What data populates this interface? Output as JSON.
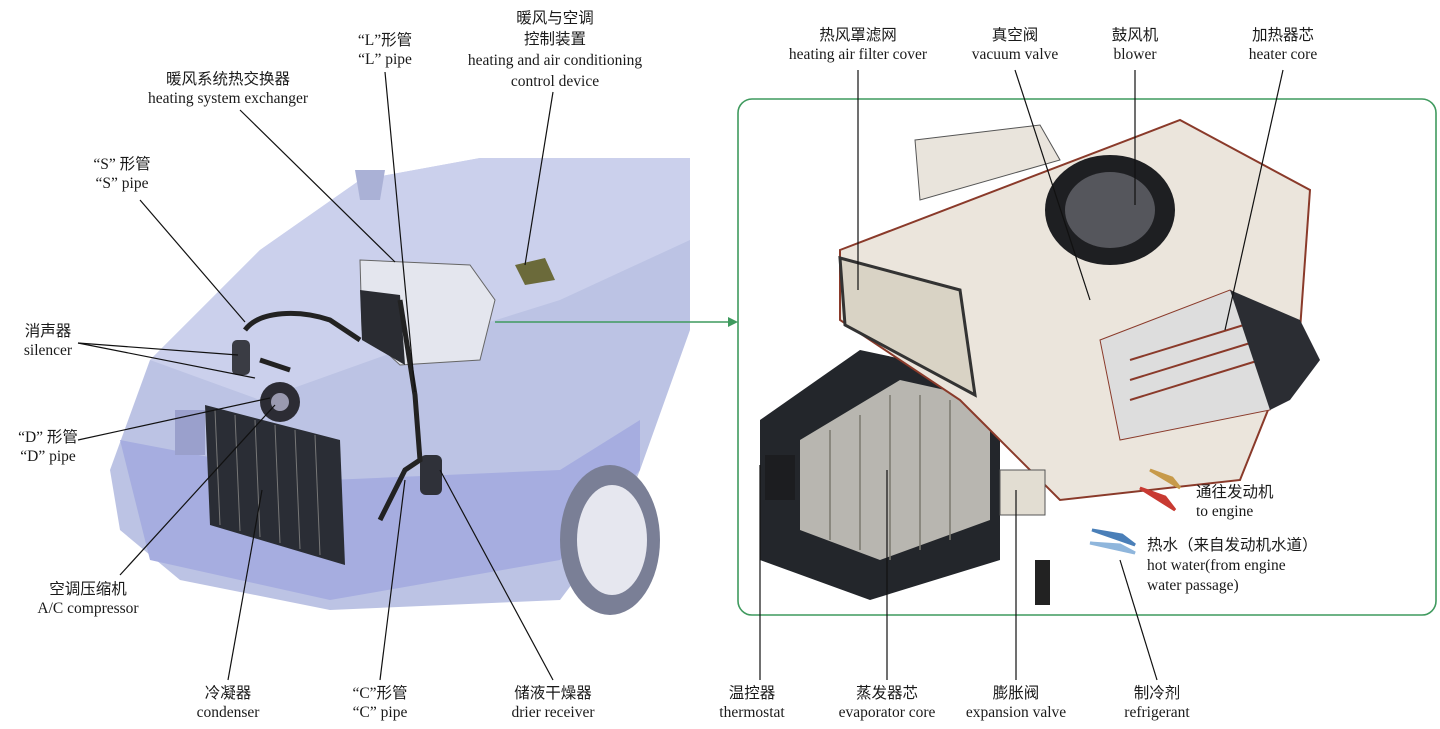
{
  "left_labels": {
    "exchanger": {
      "zh": "暖风系统热交换器",
      "en": "heating system exchanger"
    },
    "s_pipe": {
      "zh": "“S” 形管",
      "en": "“S” pipe"
    },
    "silencer": {
      "zh": "消声器",
      "en": "silencer"
    },
    "d_pipe": {
      "zh": "“D” 形管",
      "en": "“D” pipe"
    },
    "compressor": {
      "zh": "空调压缩机",
      "en": "A/C compressor"
    },
    "condenser": {
      "zh": "冷凝器",
      "en": "condenser"
    },
    "c_pipe": {
      "zh": "“C”形管",
      "en": "“C” pipe"
    },
    "drier": {
      "zh": "储液干燥器",
      "en": "drier receiver"
    },
    "l_pipe": {
      "zh": "“L”形管",
      "en": "“L” pipe"
    },
    "control": {
      "zh1": "暖风与空调",
      "zh2": "控制装置",
      "en1": "heating and air conditioning",
      "en2": "control device"
    }
  },
  "right_labels": {
    "filter": {
      "zh": "热风罩滤网",
      "en": "heating air filter cover"
    },
    "vacuum": {
      "zh": "真空阀",
      "en": "vacuum valve"
    },
    "blower": {
      "zh": "鼓风机",
      "en": "blower"
    },
    "heater_core": {
      "zh": "加热器芯",
      "en": "heater core"
    },
    "thermostat": {
      "zh": "温控器",
      "en": "thermostat"
    },
    "evaporator": {
      "zh": "蒸发器芯",
      "en": "evaporator core"
    },
    "expansion": {
      "zh": "膨胀阀",
      "en": "expansion valve"
    },
    "refrigerant": {
      "zh": "制冷剂",
      "en": "refrigerant"
    },
    "to_engine": {
      "zh": "通往发动机",
      "en": "to engine"
    },
    "hot_water": {
      "zh": "热水（来自发动机水道）",
      "en1": "hot water(from engine",
      "en2": "water passage)"
    }
  },
  "colors": {
    "frame": "#3f9a5e",
    "car": "#b9c0e2",
    "unit": "#2b2e33"
  }
}
